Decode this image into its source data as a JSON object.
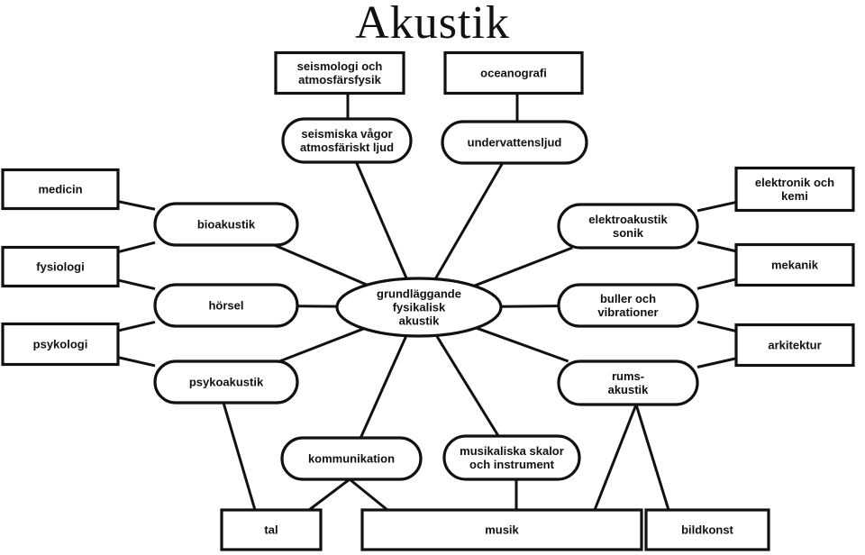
{
  "title": "Akustik",
  "nodes": {
    "center": {
      "lines": [
        "grundläggande",
        "fysikalisk",
        "akustik"
      ]
    },
    "seismologi": {
      "lines": [
        "seismologi och",
        "atmosfärsfysik"
      ]
    },
    "oceanografi": {
      "lines": [
        "oceanografi"
      ]
    },
    "seismiska": {
      "lines": [
        "seismiska vågor",
        "atmosfäriskt ljud"
      ]
    },
    "undervatten": {
      "lines": [
        "undervattensljud"
      ]
    },
    "medicin": {
      "lines": [
        "medicin"
      ]
    },
    "fysiologi": {
      "lines": [
        "fysiologi"
      ]
    },
    "psykologi": {
      "lines": [
        "psykologi"
      ]
    },
    "bioakustik": {
      "lines": [
        "bioakustik"
      ]
    },
    "horsel": {
      "lines": [
        "hörsel"
      ]
    },
    "psykoakustik": {
      "lines": [
        "psykoakustik"
      ]
    },
    "elektronik": {
      "lines": [
        "elektronik och",
        "kemi"
      ]
    },
    "mekanik": {
      "lines": [
        "mekanik"
      ]
    },
    "arkitektur": {
      "lines": [
        "arkitektur"
      ]
    },
    "elektroakustik": {
      "lines": [
        "elektroakustik",
        "sonik"
      ]
    },
    "buller": {
      "lines": [
        "buller och",
        "vibrationer"
      ]
    },
    "rumsakustik": {
      "lines": [
        "rums-",
        "akustik"
      ]
    },
    "kommunikation": {
      "lines": [
        "kommunikation"
      ]
    },
    "musikaliska": {
      "lines": [
        "musikaliska skalor",
        "och instrument"
      ]
    },
    "tal": {
      "lines": [
        "tal"
      ]
    },
    "musik": {
      "lines": [
        "musik"
      ]
    },
    "bildkonst": {
      "lines": [
        "bildkonst"
      ]
    }
  },
  "edges": [
    [
      "seismologi",
      "seismiska"
    ],
    [
      "oceanografi",
      "undervatten"
    ],
    [
      "seismiska",
      "center"
    ],
    [
      "undervatten",
      "center"
    ],
    [
      "medicin",
      "bioakustik"
    ],
    [
      "fysiologi",
      "bioakustik"
    ],
    [
      "fysiologi",
      "horsel"
    ],
    [
      "psykologi",
      "horsel"
    ],
    [
      "psykologi",
      "psykoakustik"
    ],
    [
      "bioakustik",
      "center"
    ],
    [
      "horsel",
      "center"
    ],
    [
      "psykoakustik",
      "center"
    ],
    [
      "elektronik",
      "elektroakustik"
    ],
    [
      "mekanik",
      "elektroakustik"
    ],
    [
      "mekanik",
      "buller"
    ],
    [
      "arkitektur",
      "buller"
    ],
    [
      "arkitektur",
      "rumsakustik"
    ],
    [
      "elektroakustik",
      "center"
    ],
    [
      "buller",
      "center"
    ],
    [
      "rumsakustik",
      "center"
    ],
    [
      "kommunikation",
      "center"
    ],
    [
      "musikaliska",
      "center"
    ],
    [
      "psykoakustik",
      "tal"
    ],
    [
      "kommunikation",
      "tal"
    ],
    [
      "kommunikation",
      "musik"
    ],
    [
      "musikaliska",
      "musik"
    ],
    [
      "rumsakustik",
      "musik"
    ],
    [
      "rumsakustik",
      "bildkonst"
    ]
  ]
}
